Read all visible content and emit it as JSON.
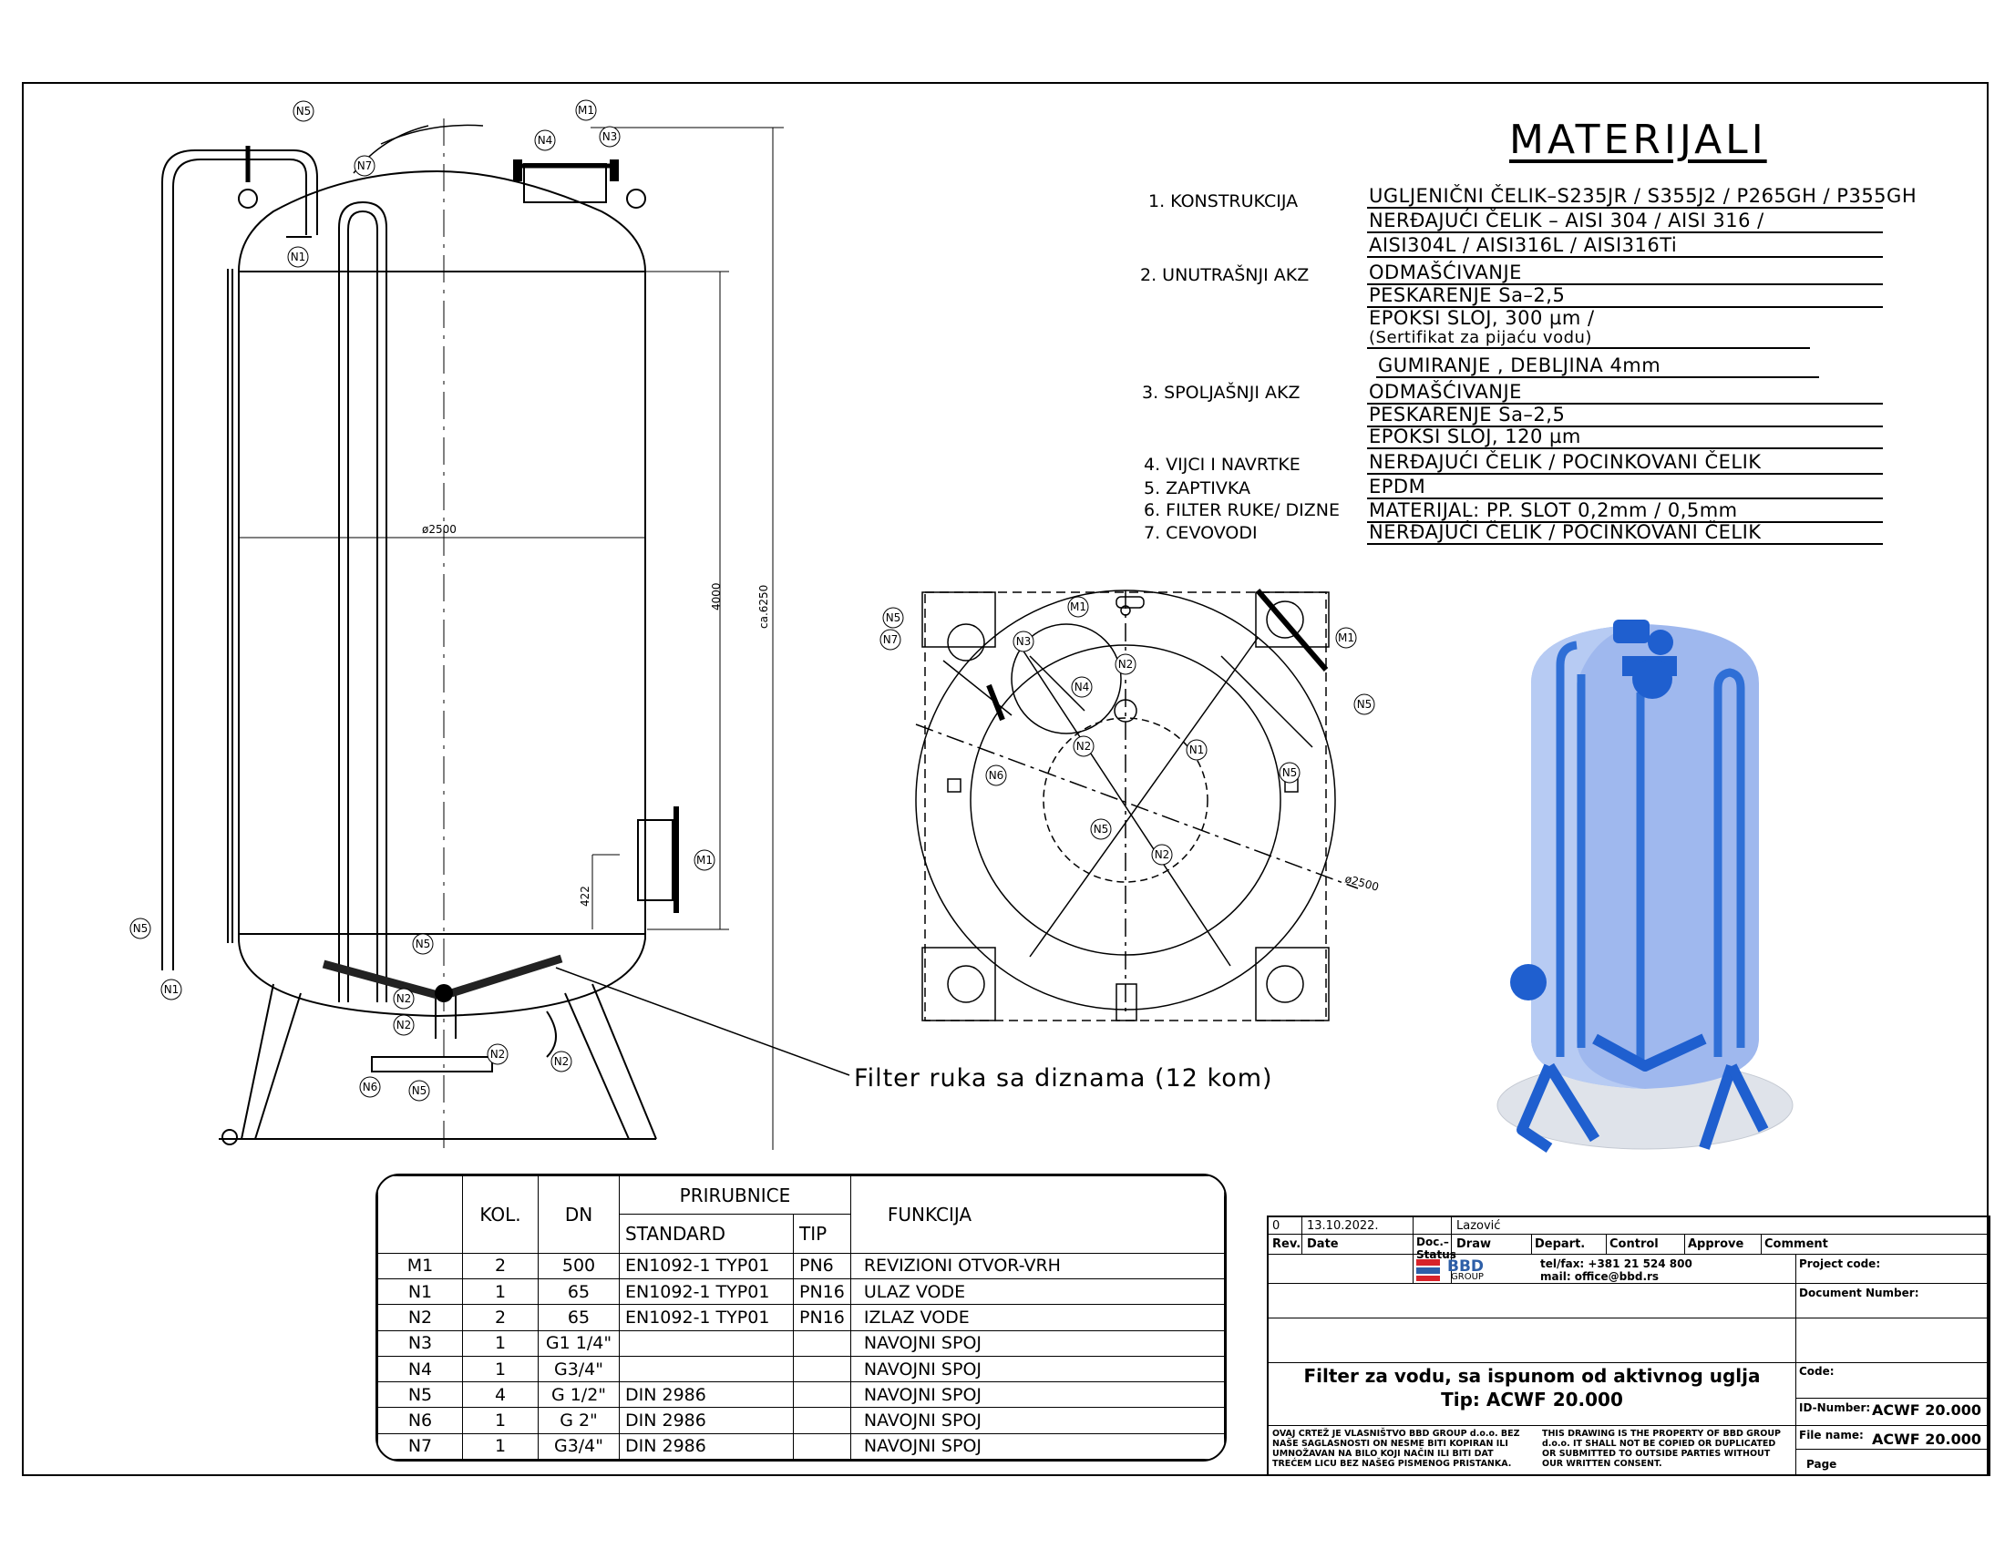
{
  "materials": {
    "title": "MATERIJALI",
    "rows": [
      {
        "label": "1. KONSTRUKCIJA",
        "values": [
          "UGLJENIČNI ČELIK–S235JR  /  S355J2  /  P265GH  /  P355GH",
          "NERĐAJUĆI ČELIK  –  AISI 304  /  AISI 316  /",
          "AISI304L  /  AISI316L  /  AISI316Ti"
        ]
      },
      {
        "label": "2. UNUTRAŠNJI AKZ",
        "values": [
          "ODMAŠĆIVANJE",
          "PESKARENJE   Sa–2,5",
          "EPOKSI SLOJ, 300 µm  /",
          "(Sertifikat za pijaću vodu)",
          "GUMIRANJE  ,  DEBLJINA 4mm"
        ]
      },
      {
        "label": "3. SPOLJAŠNJI AKZ",
        "values": [
          "ODMAŠĆIVANJE",
          "PESKARENJE  Sa–2,5",
          "EPOKSI SLOJ, 120 µm"
        ]
      },
      {
        "label": "4. VIJCI I NAVRTKE",
        "values": [
          "NERĐAJUĆI ČELIK  /  POCINKOVANI ČELIK"
        ]
      },
      {
        "label": "5. ZAPTIVKA",
        "values": [
          "EPDM"
        ]
      },
      {
        "label": "6. FILTER RUKE/ DIZNE",
        "values": [
          "MATERIJAL:  PP. SLOT 0,2mm  /  0,5mm"
        ]
      },
      {
        "label": "7. CEVOVODI",
        "values": [
          "NERĐAJUĆI ČELIK  /  POCINKOVANI ČELIK"
        ]
      }
    ]
  },
  "drawing": {
    "side_view": {
      "diameter": "ø2500",
      "height_4000": "4000",
      "height_total": "ca.6250",
      "height_422": "422",
      "tags": [
        "N5",
        "M1",
        "N4",
        "N3",
        "N7",
        "N1",
        "N5",
        "N1",
        "M1",
        "N5",
        "N2",
        "N2",
        "N2",
        "N2",
        "N6",
        "N5"
      ]
    },
    "top_view": {
      "diameter": "ø2500",
      "tags": [
        "N5",
        "N7",
        "M1",
        "N3",
        "N2",
        "N4",
        "M1",
        "N5",
        "N2",
        "N1",
        "N6",
        "N5",
        "N5",
        "N2"
      ]
    },
    "caption": "Filter ruka sa diznama (12 kom)"
  },
  "connections": {
    "headers": {
      "kol": "KOL.",
      "dn": "DN",
      "prirubnice": "PRIRUBNICE",
      "standard": "STANDARD",
      "tip": "TIP",
      "funkcija": "FUNKCIJA"
    },
    "rows": [
      {
        "id": "M1",
        "kol": "2",
        "dn": "500",
        "standard": "EN1092-1 TYP01",
        "tip": "PN6",
        "funkcija": "REVIZIONI OTVOR-VRH"
      },
      {
        "id": "N1",
        "kol": "1",
        "dn": "65",
        "standard": "EN1092-1 TYP01",
        "tip": "PN16",
        "funkcija": "ULAZ VODE"
      },
      {
        "id": "N2",
        "kol": "2",
        "dn": "65",
        "standard": "EN1092-1 TYP01",
        "tip": "PN16",
        "funkcija": "IZLAZ VODE"
      },
      {
        "id": "N3",
        "kol": "1",
        "dn": "G1 1/4\"",
        "standard": "",
        "tip": "",
        "funkcija": "NAVOJNI SPOJ"
      },
      {
        "id": "N4",
        "kol": "1",
        "dn": "G3/4\"",
        "standard": "",
        "tip": "",
        "funkcija": "NAVOJNI SPOJ"
      },
      {
        "id": "N5",
        "kol": "4",
        "dn": "G 1/2\"",
        "standard": "DIN 2986",
        "tip": "",
        "funkcija": "NAVOJNI SPOJ"
      },
      {
        "id": "N6",
        "kol": "1",
        "dn": "G 2\"",
        "standard": "DIN 2986",
        "tip": "",
        "funkcija": "NAVOJNI SPOJ"
      },
      {
        "id": "N7",
        "kol": "1",
        "dn": "G3/4\"",
        "standard": "DIN 2986",
        "tip": "",
        "funkcija": "NAVOJNI SPOJ"
      }
    ]
  },
  "title_block": {
    "rev": "0",
    "date": "13.10.2022.",
    "draw_name": "Lazović",
    "headers": {
      "rev": "Rev.",
      "date": "Date",
      "doc_status": "Doc.– Status",
      "draw": "Draw",
      "depart": "Depart.",
      "control": "Control",
      "approve": "Approve",
      "comment": "Comment"
    },
    "company_logo": "BBD",
    "company_sub": "GROUP",
    "tel": "tel/fax: +381 21 524 800",
    "mail": "mail: office@bbd.rs",
    "project_code": "Project code:",
    "document_number": "Document Number:",
    "code": "Code:",
    "id_number_label": "ID-Number:",
    "id_number": "ACWF 20.000",
    "file_name_label": "File name:",
    "file_name": "ACWF 20.000",
    "page": "Page",
    "title_line1": "Filter za vodu, sa ispunom od aktivnog uglja",
    "title_line2": "Tip: ACWF 20.000",
    "notice_sr": "OVAJ CRTEŽ JE VLASNIŠTVO BBD GROUP d.o.o. BEZ NAŠE SAGLASNOSTI ON NESME BITI KOPIRAN ILI UMNOŽAVAN NA BILO KOJI NAČIN ILI BITI DAT TREĆEM LICU BEZ NAŠEG PISMENOG PRISTANKA.",
    "notice_en": "THIS DRAWING IS THE PROPERTY OF BBD GROUP d.o.o. IT SHALL NOT BE COPIED OR DUPLICATED OR SUBMITTED TO OUTSIDE PARTIES WITHOUT OUR WRITTEN CONSENT."
  },
  "colors": {
    "render_blue": "#2f6fd6",
    "render_body": "#9fb8ee",
    "render_base": "#dfe3ea",
    "logo_red": "#d8232a",
    "logo_blue": "#2e5fa8"
  }
}
